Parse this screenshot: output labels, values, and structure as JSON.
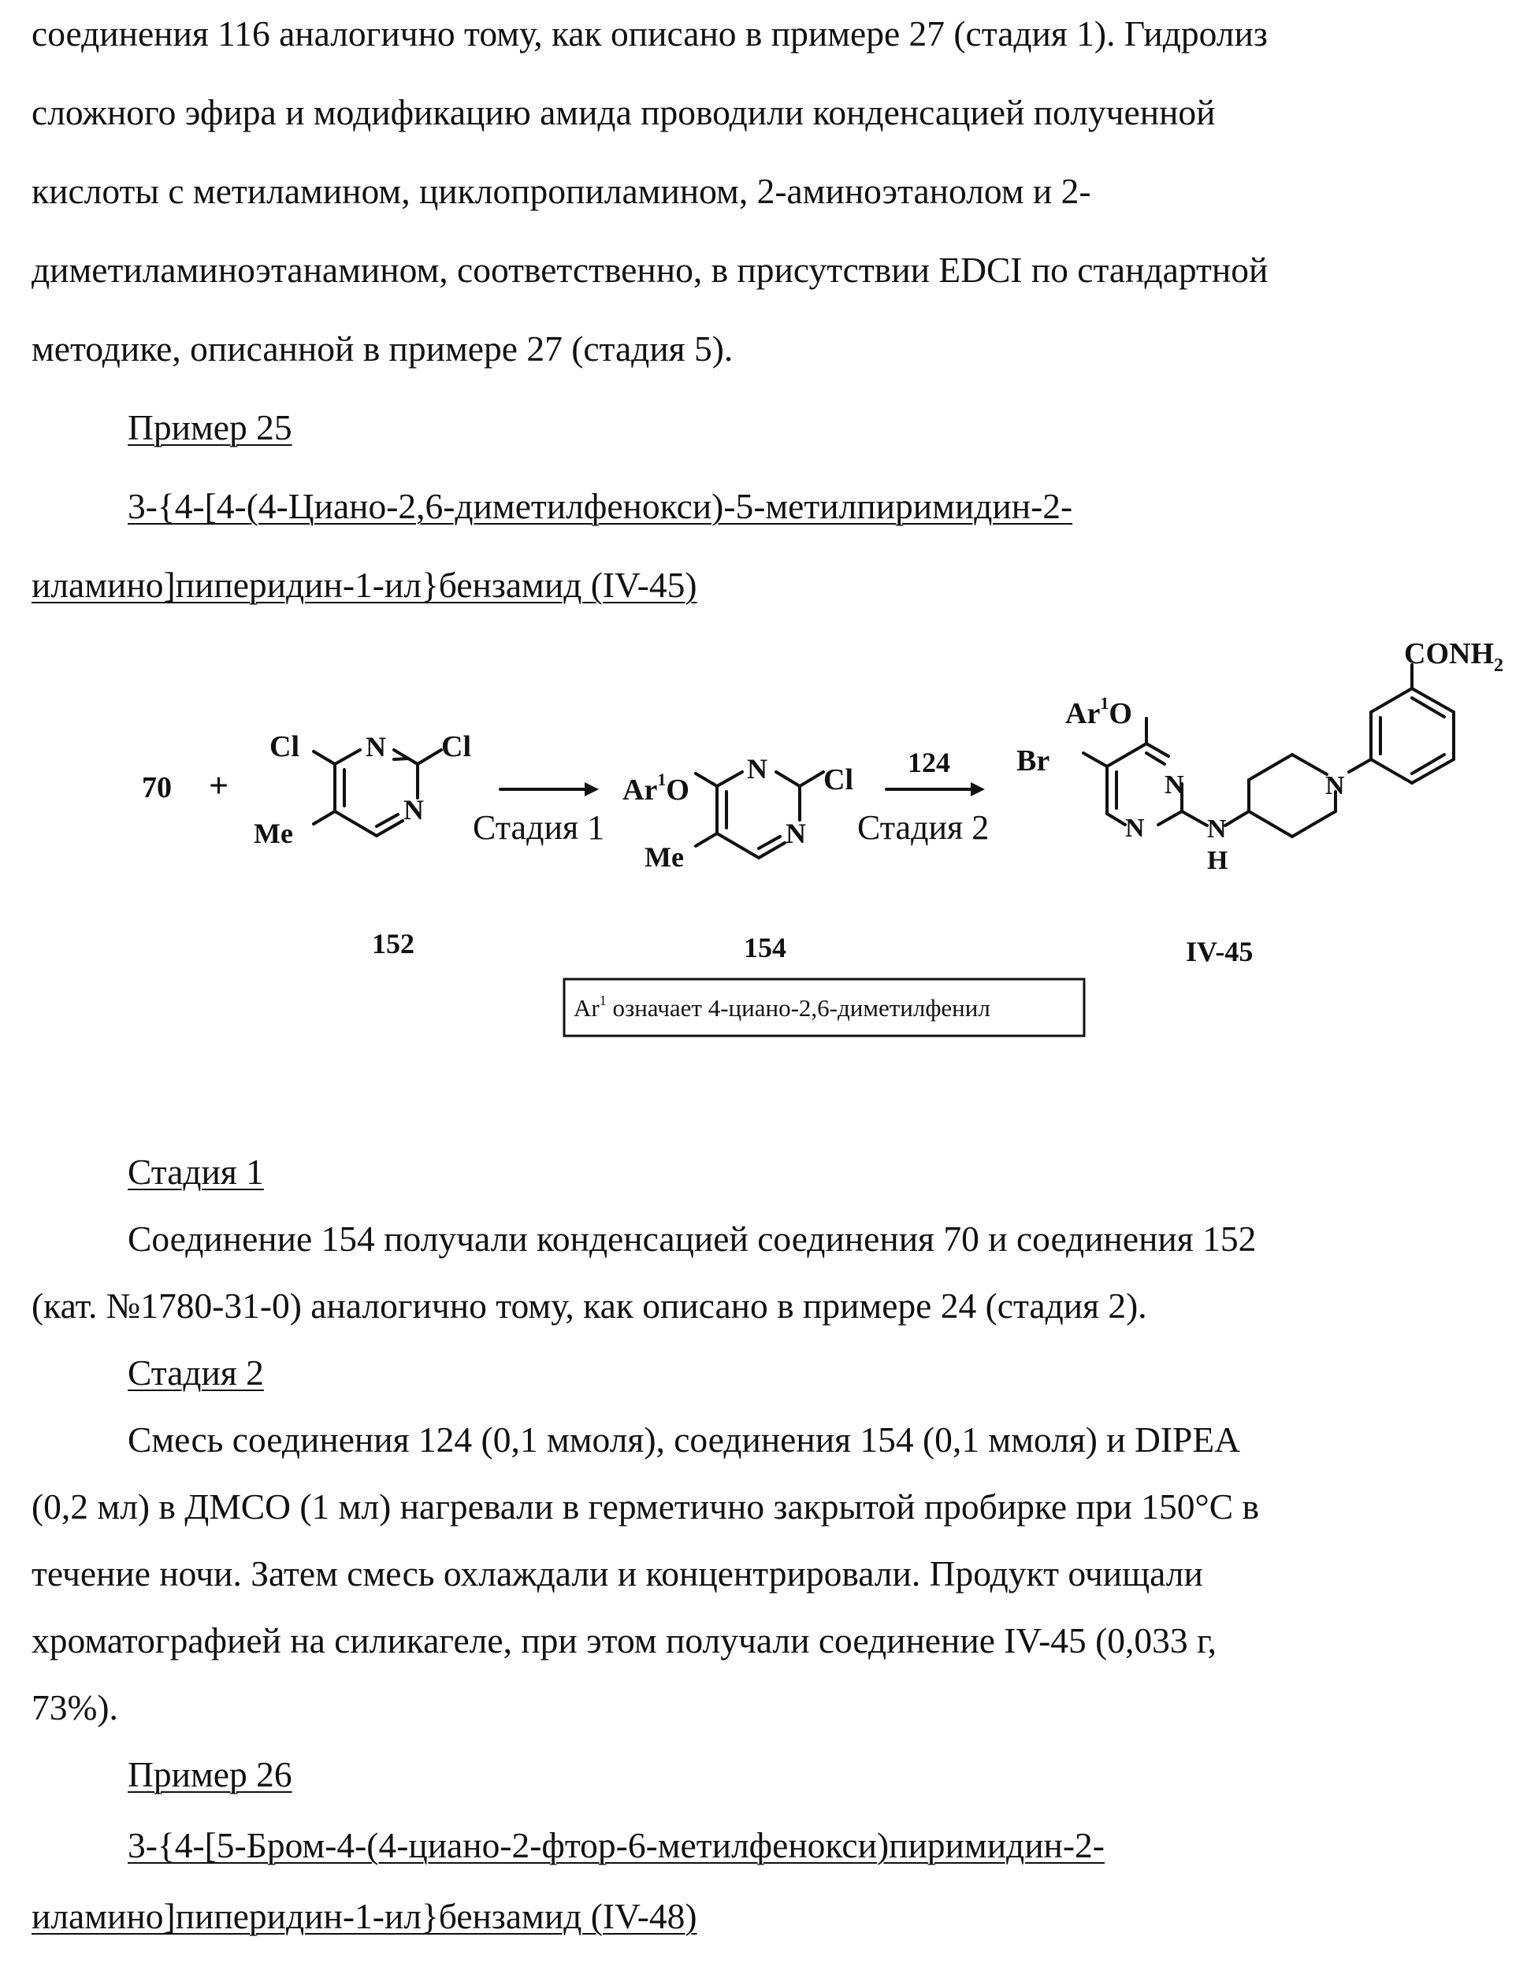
{
  "intro": {
    "lines": [
      "соединения 116 аналогично тому, как описано в примере 27 (стадия 1). Гидролиз",
      "сложного эфира и модификацию амида проводили конденсацией полученной",
      "кислоты с метиламином, циклопропиламином, 2-аминоэтанолом и 2-",
      "диметиламиноэтанамином, соответственно, в присутствии EDCI по стандартной",
      "методике, описанной в примере 27 (стадия 5)."
    ]
  },
  "example25": {
    "heading": "Пример 25",
    "title_line1": "3-{4-[4-(4-Циано-2,6-диметилфенокси)-5-метилпиримидин-2-",
    "title_line2": "иламино]пиперидин-1-ил}бензамид (IV-45)"
  },
  "scheme": {
    "reagent_left": "70",
    "plus": "+",
    "reagent_arrow2": "124",
    "stage1_label": "Стадия 1",
    "stage2_label": "Стадия 2",
    "cmpd_152": "152",
    "cmpd_154": "154",
    "cmpd_product": "IV-45",
    "atoms": {
      "cl": "Cl",
      "n": "N",
      "me": "Me",
      "ar": "Ar",
      "sup1": "1",
      "o": "O",
      "br": "Br",
      "h": "H",
      "conh": "CONH",
      "sub2": "2"
    },
    "note_ar": "Ar",
    "note_sup": "1",
    "note_text": " означает 4-циано-2,6-диметилфенил"
  },
  "stage1": {
    "heading": "Стадия 1",
    "line1": "Соединение 154 получали конденсацией соединения 70 и соединения 152",
    "line2": "(кат. №1780-31-0) аналогично тому, как описано в примере 24 (стадия 2)."
  },
  "stage2": {
    "heading": "Стадия 2",
    "lines": [
      "Смесь соединения 124 (0,1 ммоля), соединения 154 (0,1 ммоля) и DIPEA",
      "(0,2 мл) в ДМСО (1 мл) нагревали в герметично закрытой пробирке при 150°С в",
      "течение ночи. Затем смесь охлаждали и концентрировали. Продукт очищали",
      "хроматографией на силикагеле, при этом получали соединение IV-45 (0,033 г,",
      "73%)."
    ]
  },
  "example26": {
    "heading": "Пример 26",
    "title_line1": "3-{4-[5-Бром-4-(4-циано-2-фтор-6-метилфенокси)пиримидин-2-",
    "title_line2": "иламино]пиперидин-1-ил}бензамид (IV-48)"
  }
}
